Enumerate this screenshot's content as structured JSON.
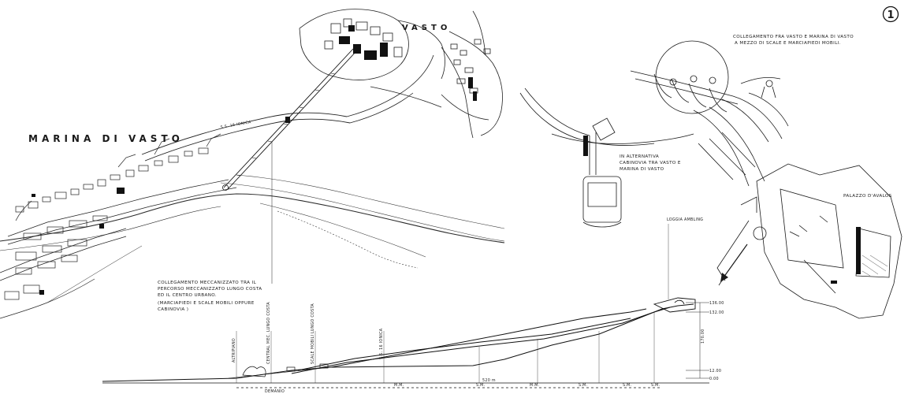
{
  "sheet": {
    "page_number": "1"
  },
  "plan": {
    "town_upper_label": "VASTO",
    "town_lower_label": "MARINA DI VASTO",
    "road_label": "S.S. 16 IONICA",
    "note_link_lines": [
      "COLLEGAMENTO MECCANIZZATO TRA IL",
      "PERCORSO MECCANIZZATO LUNGO COSTA",
      "ED IL CENTRO URBANO.",
      "(MARCIAPIEDI E SCALE MOBILI OPPURE",
      "CABINOVIA )"
    ]
  },
  "sketches": {
    "escalator_note_lines": [
      "COLLEGAMENTO FRA VASTO E MARINA DI VASTO",
      "A MEZZO DI SCALE E MARCIAPIEDI MOBILI."
    ],
    "cablecar_note_lines": [
      "IN ALTERNATIVA",
      "CABINOVIA TRA VASTO E",
      "MARINA DI VASTO"
    ],
    "palace_label": "PALAZZO D'AVALOS",
    "loggia_label": "LOGGIA AMBLING"
  },
  "section": {
    "elevation_labels": [
      "136.00",
      "132.00",
      "12.00",
      "0.00"
    ],
    "elevation_side_label": "170.00",
    "vertical_labels": [
      "ALTRIPIANO",
      "CENTRAL MEC. LUNGO COSTA",
      "SCALE MOBILI LUNGO COSTA",
      "S.S. 16 IONICA"
    ],
    "segment_labels": [
      "DEMANIO",
      "M.M.",
      "S.M.",
      "M.M.",
      "S.M.",
      "S.M.",
      "S.M."
    ],
    "total_length_label": "520 m"
  }
}
